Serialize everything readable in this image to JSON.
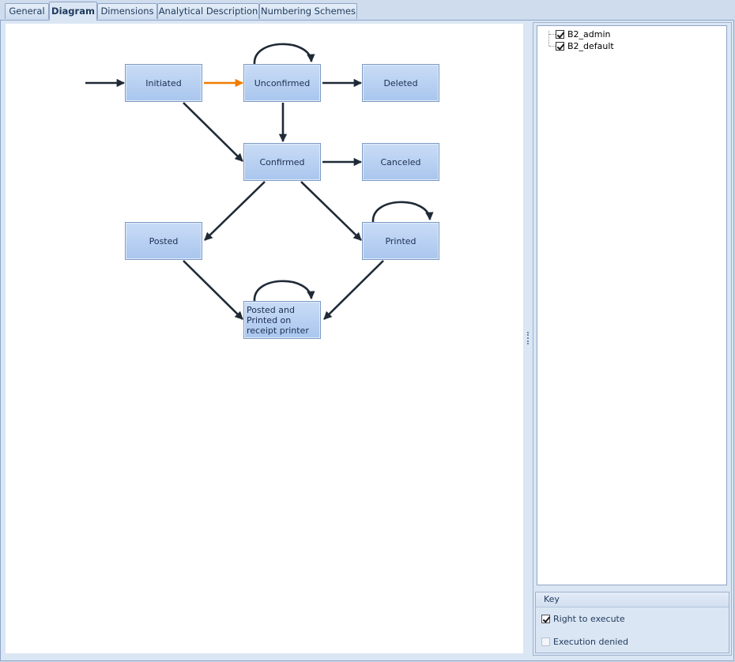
{
  "tabs": [
    {
      "label": "General",
      "active": false
    },
    {
      "label": "Diagram",
      "active": true
    },
    {
      "label": "Dimensions",
      "active": false
    },
    {
      "label": "Analytical Description",
      "active": false
    },
    {
      "label": "Numbering Schemes",
      "active": false
    }
  ],
  "diagram": {
    "nodes": {
      "initiated": "Initiated",
      "unconfirmed": "Unconfirmed",
      "deleted": "Deleted",
      "confirmed": "Confirmed",
      "canceled": "Canceled",
      "posted": "Posted",
      "printed": "Printed",
      "posted_printed": "Posted and Printed on receipt printer"
    },
    "colors": {
      "transition": "#1f2a36",
      "highlighted": "#f07d00"
    }
  },
  "tree": {
    "items": [
      {
        "label": "B2_admin",
        "checked": true
      },
      {
        "label": "B2_default",
        "checked": true
      }
    ]
  },
  "key": {
    "title": "Key",
    "items": [
      {
        "label": "Right to execute",
        "checked": true
      },
      {
        "label": "Execution denied",
        "checked": false
      }
    ]
  }
}
